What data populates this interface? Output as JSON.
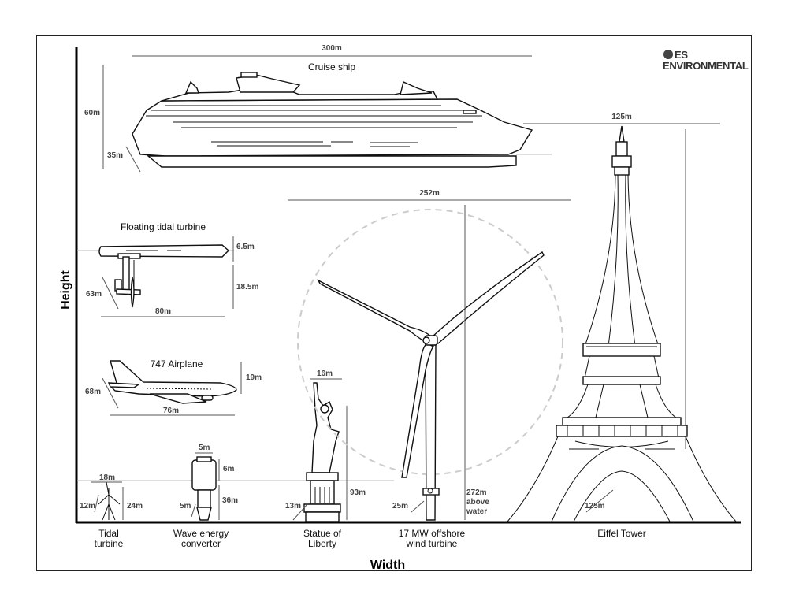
{
  "brand": {
    "logo_line1": "ES",
    "logo_line2": "ENVIRONMENTAL"
  },
  "axes": {
    "x_label": "Width",
    "y_label": "Height"
  },
  "cruise_ship": {
    "name": "Cruise ship",
    "length": "300m",
    "height": "60m",
    "draft": "35m"
  },
  "floating_tidal": {
    "name": "Floating tidal turbine",
    "top": "6.5m",
    "depth": "18.5m",
    "length": "80m",
    "diagonal": "63m"
  },
  "airplane": {
    "name": "747 Airplane",
    "height": "19m",
    "wingspan": "68m",
    "length": "76m"
  },
  "tidal_turbine": {
    "label_line1": "Tidal",
    "label_line2": "turbine",
    "width": "18m",
    "depth": "12m",
    "height": "24m"
  },
  "wave_converter": {
    "label_line1": "Wave energy",
    "label_line2": "converter",
    "top_width": "5m",
    "top_height": "6m",
    "base": "5m",
    "height": "36m"
  },
  "statue": {
    "label_line1": "Statue of",
    "label_line2": "Liberty",
    "width": "16m",
    "base": "13m",
    "height": "93m"
  },
  "wind_turbine": {
    "label_line1": "17 MW offshore",
    "label_line2": "wind turbine",
    "rotor": "252m",
    "base": "25m",
    "height_line1": "272m",
    "height_line2": "above",
    "height_line3": "water"
  },
  "eiffel": {
    "label": "Eiffel Tower",
    "top_width": "125m",
    "base": "125m"
  }
}
